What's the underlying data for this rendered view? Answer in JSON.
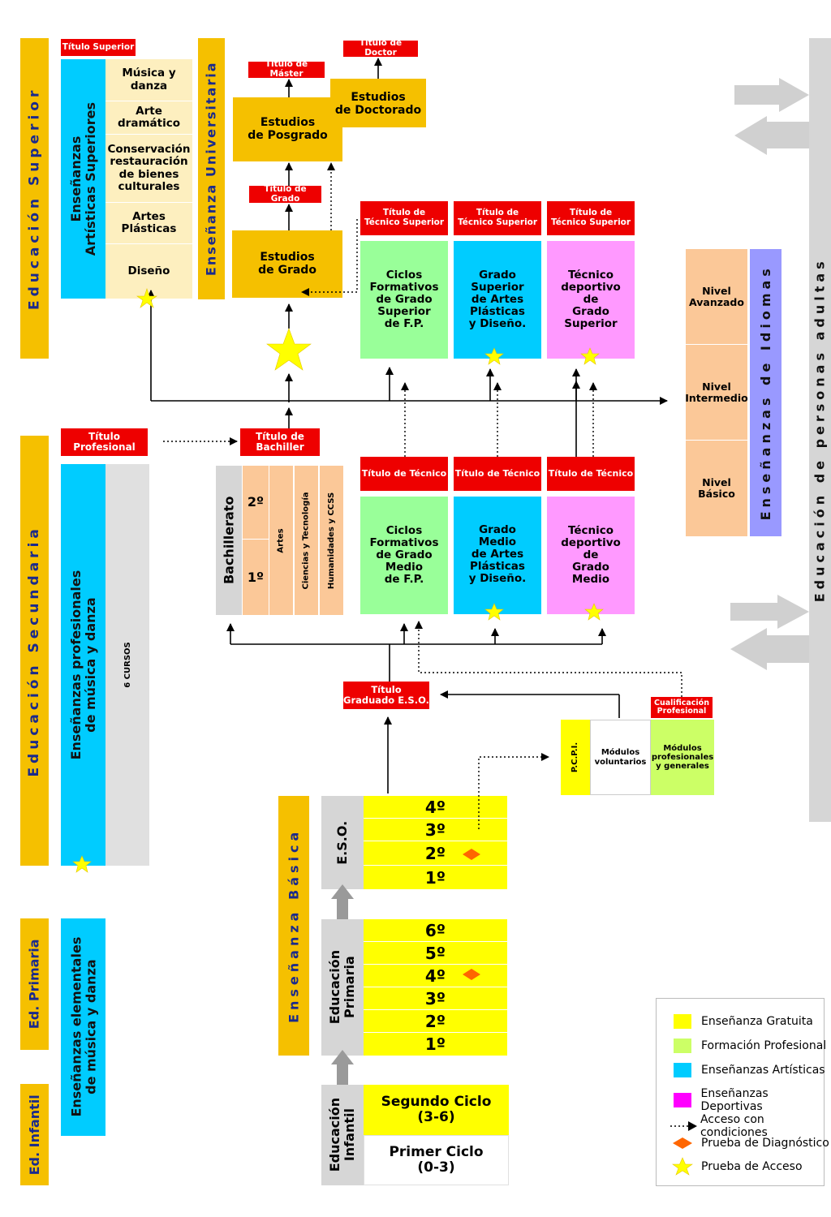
{
  "stages": {
    "superior": "Educación Superior",
    "secundaria": "Educación Secundaria",
    "primaria": "Ed. Primaria",
    "infantil": "Ed. Infantil",
    "universitaria": "Enseñanza Universitaria",
    "basica": "Enseñanza Básica",
    "idiomas": "Enseñanzas de Idiomas",
    "adultos": "Educación de personas adultas"
  },
  "titles": {
    "superior": "Título Superior",
    "master": "Título de Máster",
    "doctor": "Título de Doctor",
    "grado": "Título de Grado",
    "tecnico_superior": "Título de\nTécnico Superior",
    "profesional": "Título\nProfesional",
    "bachiller": "Título de\nBachiller",
    "tecnico": "Título de Técnico",
    "eso": "Título\nGraduado E.S.O.",
    "cualificacion": "Cualificación\nProfesional"
  },
  "artisticas_superiores": {
    "label": "Enseñanzas\nArtísticas Superiores",
    "items": [
      "Música y\ndanza",
      "Arte\ndramático",
      "Conservación\nrestauración\nde bienes\nculturales",
      "Artes\nPlásticas",
      "Diseño"
    ]
  },
  "universidad": {
    "grado": "Estudios\nde Grado",
    "posgrado": "Estudios\nde Posgrado",
    "doctorado": "Estudios\nde Doctorado"
  },
  "superior_cycles": {
    "fp": "Ciclos\nFormativos\nde Grado\nSuperior\nde F.P.",
    "artes": "Grado\nSuperior\nde Artes\nPlásticas\ny Diseño.",
    "deportivo": "Técnico\ndeportivo\nde\nGrado\nSuperior"
  },
  "medio_cycles": {
    "fp": "Ciclos\nFormativos\nde Grado\nMedio\nde F.P.",
    "artes": "Grado\nMedio\nde Artes\nPlásticas\ny Diseño.",
    "deportivo": "Técnico\ndeportivo\nde\nGrado\nMedio"
  },
  "idiomas_levels": [
    "Nivel\nAvanzado",
    "Nivel\nIntermedio",
    "Nivel\nBásico"
  ],
  "profesionales_musica": {
    "label": "Enseñanzas profesionales\nde música y danza",
    "courses": "6 CURSOS"
  },
  "bachillerato": {
    "label": "Bachillerato",
    "years": [
      "2º",
      "1º"
    ],
    "modalities": [
      "Artes",
      "Ciencias y Tecnología",
      "Humanidades y CCSS"
    ]
  },
  "pcpi": {
    "label": "P.C.P.I.",
    "voluntarios": "Módulos\nvoluntarios",
    "generales": "Módulos\nprofesionales\ny generales"
  },
  "eso": {
    "label": "E.S.O.",
    "courses": [
      "4º",
      "3º",
      "2º",
      "1º"
    ]
  },
  "primaria": {
    "label": "Educación\nPrimaria",
    "courses": [
      "6º",
      "5º",
      "4º",
      "3º",
      "2º",
      "1º"
    ]
  },
  "infantil": {
    "label": "Educación\nInfantil",
    "segundo": "Segundo Ciclo\n(3-6)",
    "primero": "Primer Ciclo\n(0-3)"
  },
  "elementales_musica": "Enseñanzas elementales\nde música y danza",
  "legend": [
    {
      "label": "Enseñanza Gratuita",
      "symbol": "square",
      "color": "#ffff00"
    },
    {
      "label": "Formación Profesional",
      "symbol": "square",
      "color": "#ccff66"
    },
    {
      "label": "Enseñanzas Artísticas",
      "symbol": "square",
      "color": "#00ccff"
    },
    {
      "label": "Enseñanzas Deportivas",
      "symbol": "square",
      "color": "#ff00ff"
    },
    {
      "label": "Acceso con condiciones",
      "symbol": "dotted-arrow",
      "color": "#000000"
    },
    {
      "label": "Prueba de Diagnóstico",
      "symbol": "diamond",
      "color": "#ff6600"
    },
    {
      "label": "Prueba de Acceso",
      "symbol": "star",
      "color": "#ffff00"
    }
  ],
  "colors": {
    "stage_band": "#f5c000",
    "title_red": "#ee0000",
    "artistic": "#00ccff",
    "vocational": "#99ff99",
    "sports": "#ff99ff",
    "languages": "#fbc898",
    "languages_band": "#9999ff",
    "free": "#ffff00",
    "neutral": "#d6d6d6"
  }
}
